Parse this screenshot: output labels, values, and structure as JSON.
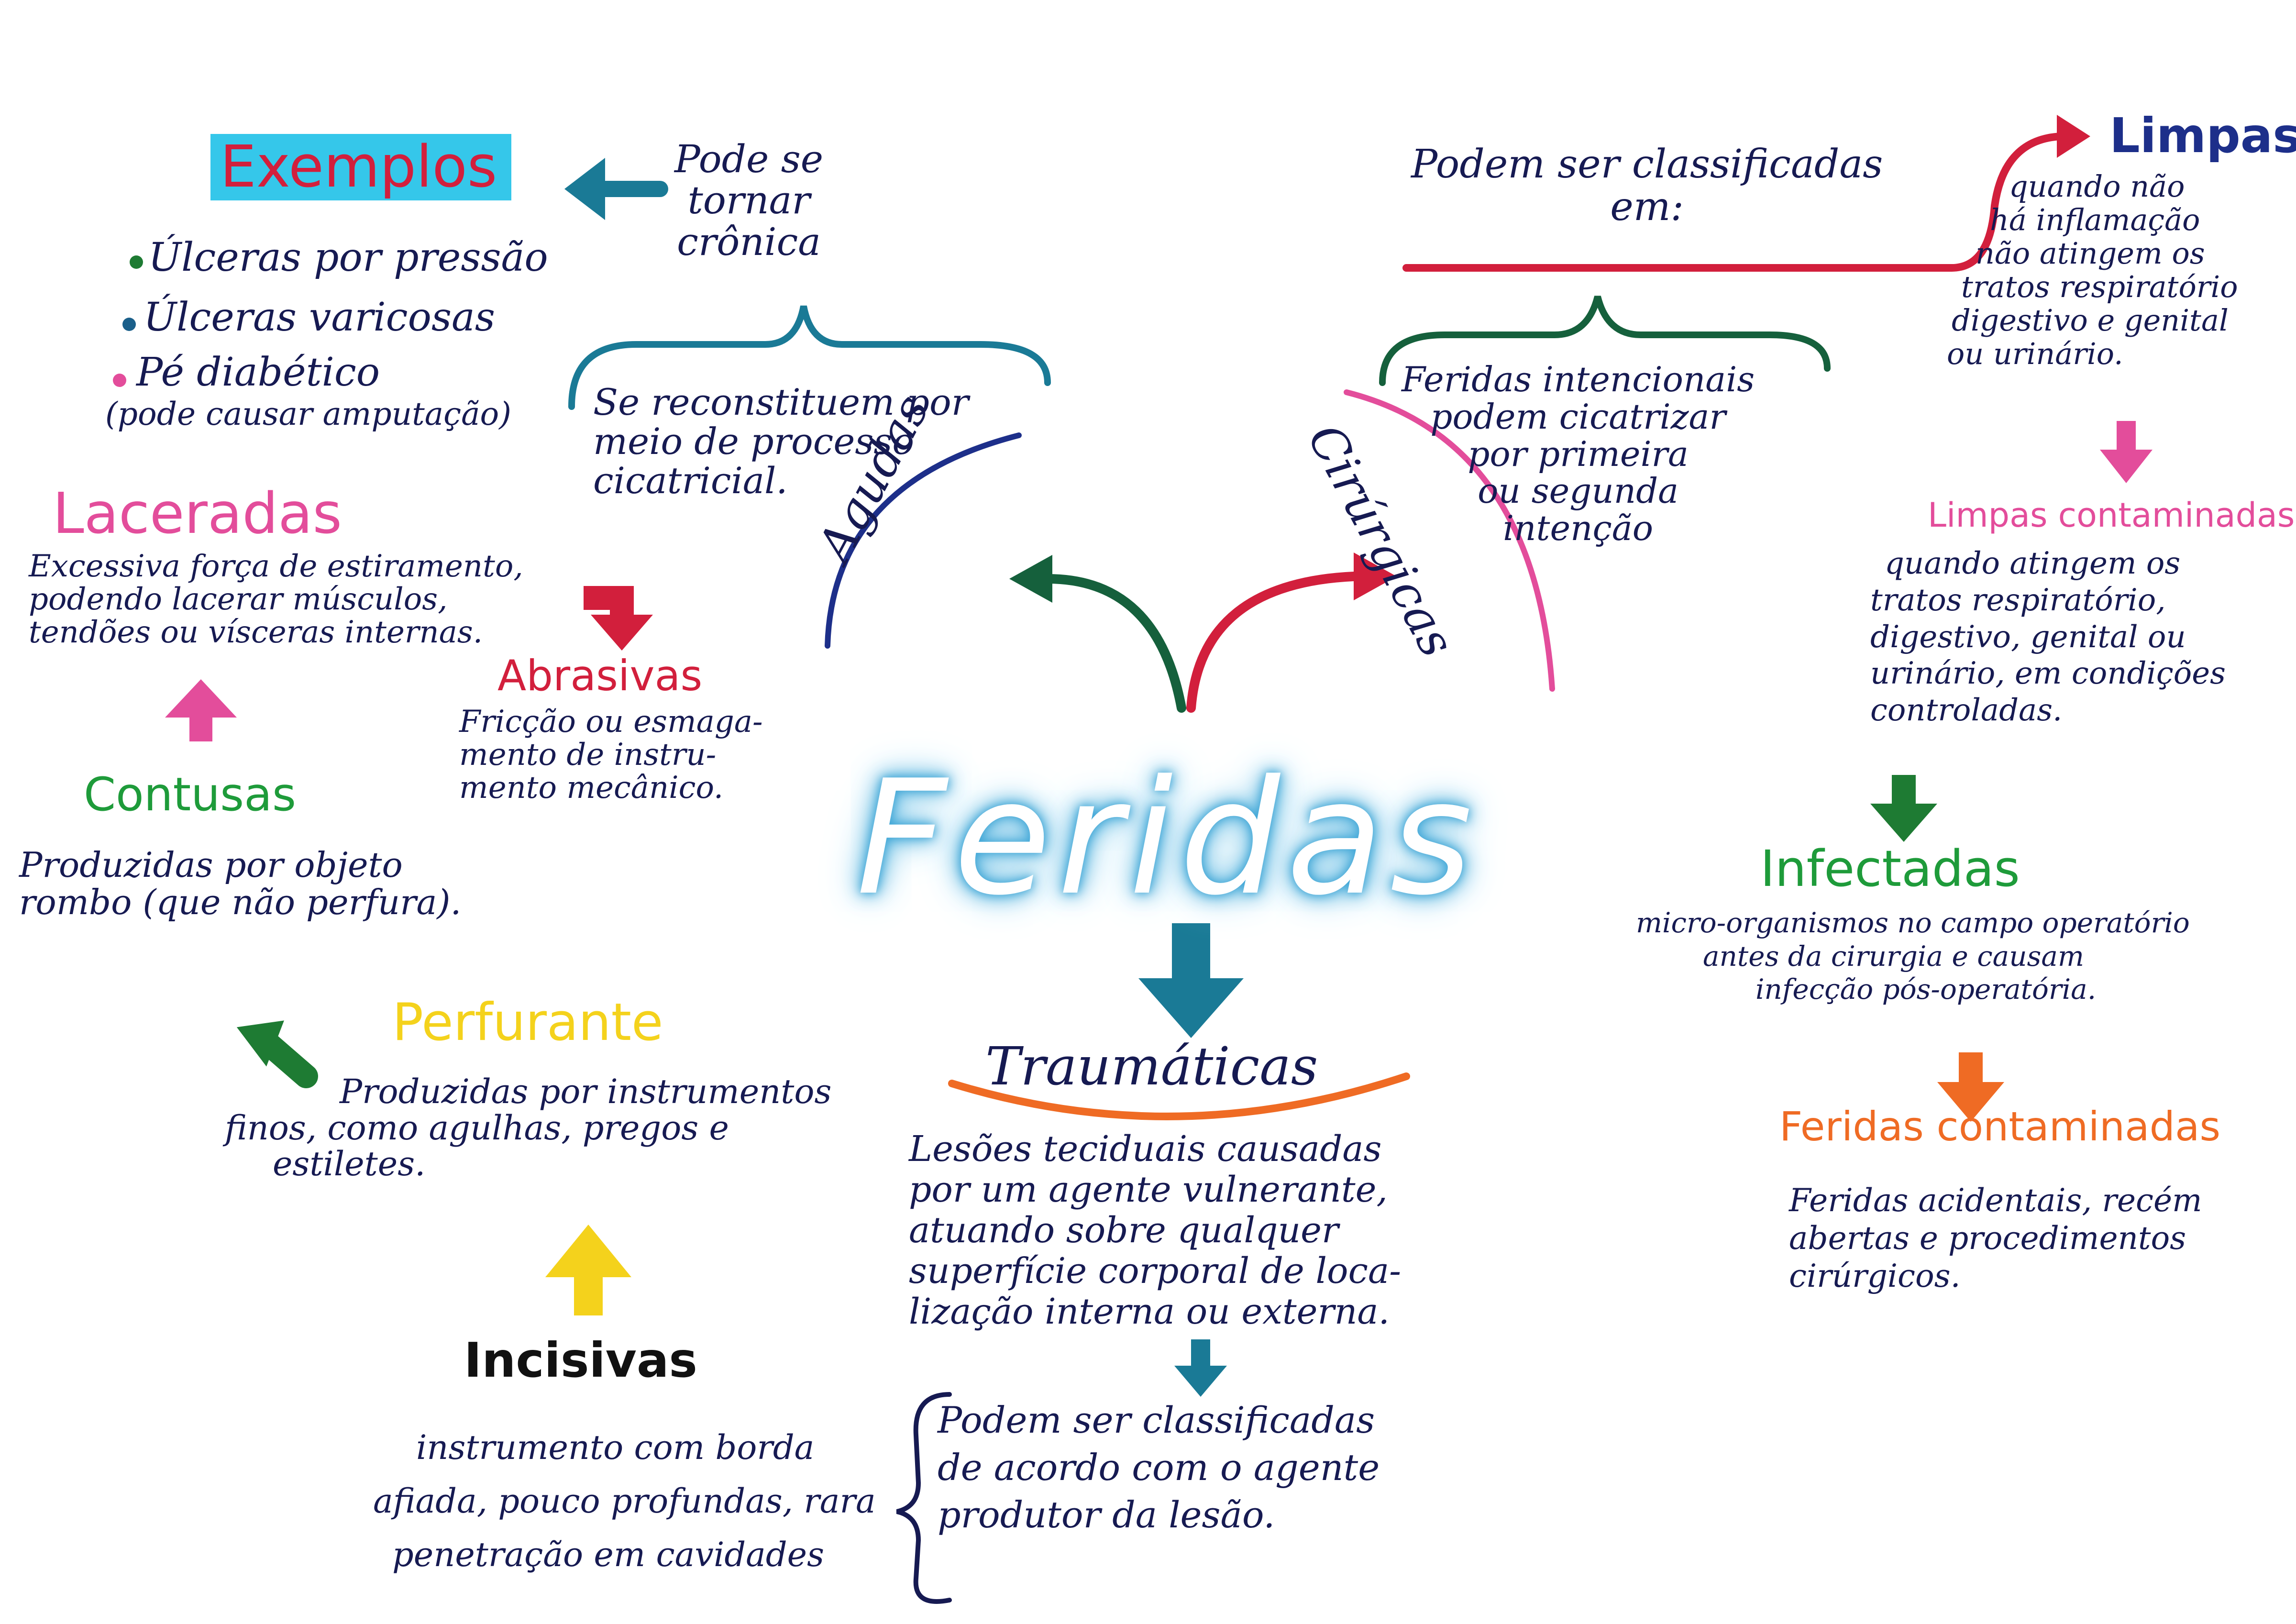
{
  "center": {
    "title": "Feridas"
  },
  "colors": {
    "ink": "#161a52",
    "red": "#d21f3c",
    "teal": "#1a7a96",
    "green": "#1e7b33",
    "pink": "#e34d9b",
    "yellow": "#f4d21c",
    "orange": "#ef6b24",
    "navy": "#1d2f8a",
    "cyan_highlight": "#35c7ea",
    "dark_green": "#15603c"
  },
  "left_top": {
    "exemplos_title": "Exemplos",
    "cronica_note": [
      "Pode se",
      "tornar",
      "crônica"
    ],
    "examples": [
      {
        "bullet_color": "#1e7b33",
        "text": "Úlceras por pressão"
      },
      {
        "bullet_color": "#1a5f8a",
        "text": "Úlceras varicosas"
      },
      {
        "bullet_color": "#e34d9b",
        "text": "Pé diabético"
      }
    ],
    "example_note": "(pode causar amputação)",
    "agudas_desc": [
      "Se reconstituem por",
      "meio de processo",
      "cicatricial."
    ],
    "agudas_label": "Agudas"
  },
  "left_mid": {
    "laceradas_title": "Laceradas",
    "laceradas_desc": [
      "Excessiva força de estiramento,",
      "podendo lacerar músculos,",
      "tendões ou vísceras internas."
    ],
    "abrasivas_title": "Abrasivas",
    "abrasivas_desc": [
      "Fricção ou esmaga-",
      "mento de instru-",
      "mento mecânico."
    ],
    "contusas_title": "Contusas",
    "contusas_desc": [
      "Produzidas por objeto",
      "rombo (que não perfura)."
    ]
  },
  "left_bottom": {
    "perfurante_title": "Perfurante",
    "perfurante_desc": [
      "Produzidas por instrumentos",
      "finos, como agulhas, pregos e",
      "estiletes."
    ],
    "incisivas_title": "Incisivas",
    "incisivas_desc": [
      "instrumento com borda",
      "afiada, pouco profundas, rara",
      "penetração em cavidades"
    ]
  },
  "bottom_center": {
    "traumaticas_title": "Traumáticas",
    "traumaticas_desc": [
      "Lesões teciduais causadas",
      "por um agente vulnerante,",
      "atuando sobre qualquer",
      "superfície corporal de loca-",
      "lização interna ou externa."
    ],
    "classify_desc": [
      "Podem ser classificadas",
      "de acordo com o agente",
      "produtor da lesão."
    ]
  },
  "right_top": {
    "classify_note": [
      "Podem ser classificadas",
      "em:"
    ],
    "cirurgicas_label": "Cirúrgicas",
    "cirurgicas_desc": [
      "Feridas intencionais",
      "podem cicatrizar",
      "por primeira",
      "ou segunda",
      "intenção"
    ],
    "limpas_title": "Limpas",
    "limpas_desc": [
      "quando não",
      "há inflamação",
      "não atingem os",
      "tratos respiratório",
      "digestivo e genital",
      "ou urinário."
    ]
  },
  "right_bottom": {
    "limpas_contaminadas_title": "Limpas contaminadas",
    "limpas_contaminadas_desc": [
      "quando atingem os",
      "tratos respiratório,",
      "digestivo, genital ou",
      "urinário, em condições",
      "controladas."
    ],
    "infectadas_title": "Infectadas",
    "infectadas_desc": [
      "micro-organismos no campo operatório",
      "antes da cirurgia e causam",
      "infecção pós-operatória."
    ],
    "contaminadas_title": "Feridas contaminadas",
    "contaminadas_desc": [
      "Feridas acidentais, recém",
      "abertas e procedimentos",
      "cirúrgicos."
    ]
  }
}
